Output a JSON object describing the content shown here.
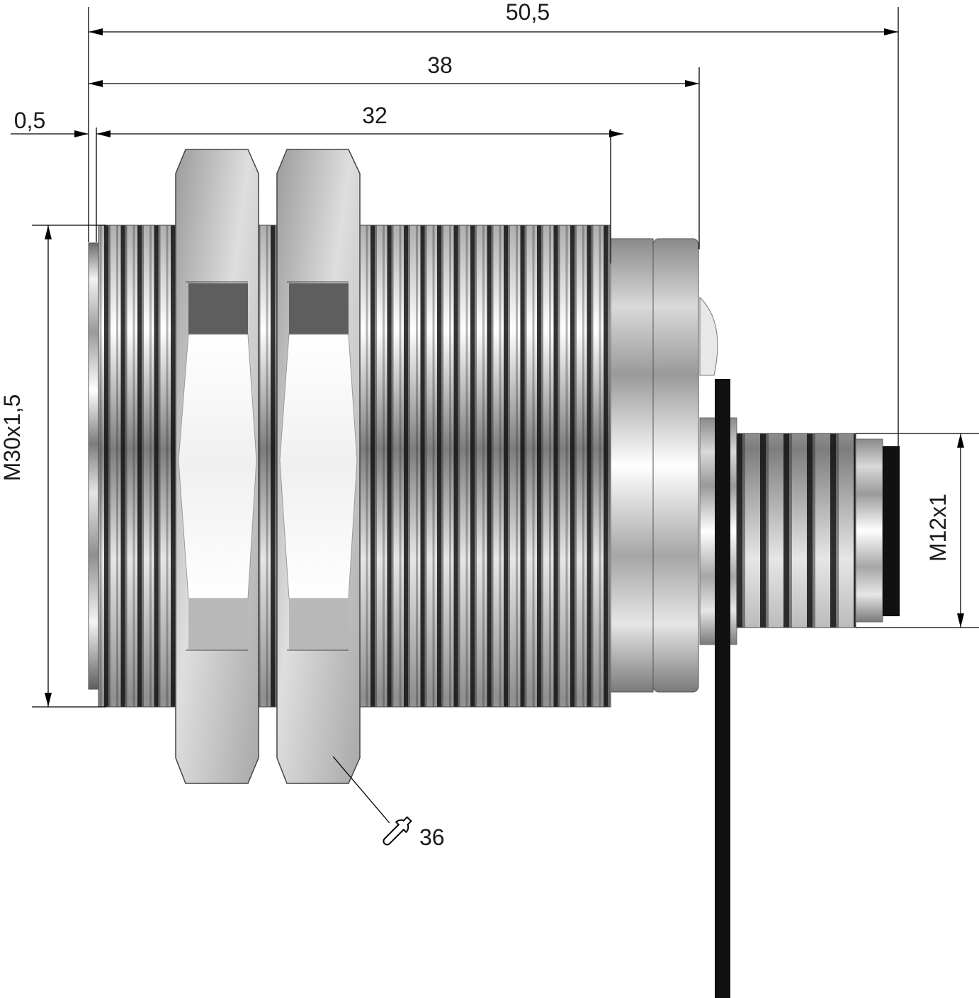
{
  "dimensions": {
    "overall_length": "50,5",
    "body_length": "38",
    "thread_length": "32",
    "front_offset": "0,5",
    "body_thread": "M30x1,5",
    "connector_thread": "M12x1",
    "wrench_size": "36"
  },
  "icons": {
    "wrench": "wrench-icon"
  }
}
